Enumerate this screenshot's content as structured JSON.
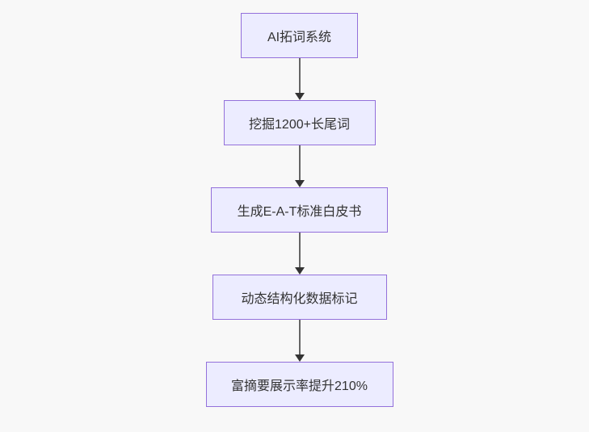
{
  "canvas": {
    "background_color": "#f8f8f8"
  },
  "flowchart": {
    "type": "flowchart",
    "direction": "top-down",
    "node_fill_color": "#ECECFF",
    "node_border_color": "#9370DB",
    "edge_line_color": "#666666",
    "arrowhead_color": "#333333",
    "text_color": "#333333",
    "nodes": [
      {
        "id": "n1",
        "label": "AI拓词系统"
      },
      {
        "id": "n2",
        "label": "挖掘1200+长尾词"
      },
      {
        "id": "n3",
        "label": "生成E-A-T标准白皮书"
      },
      {
        "id": "n4",
        "label": "动态结构化数据标记"
      },
      {
        "id": "n5",
        "label": "富摘要展示率提升210%"
      }
    ],
    "edges": [
      {
        "from": "n1",
        "to": "n2"
      },
      {
        "from": "n2",
        "to": "n3"
      },
      {
        "from": "n3",
        "to": "n4"
      },
      {
        "from": "n4",
        "to": "n5"
      }
    ]
  }
}
